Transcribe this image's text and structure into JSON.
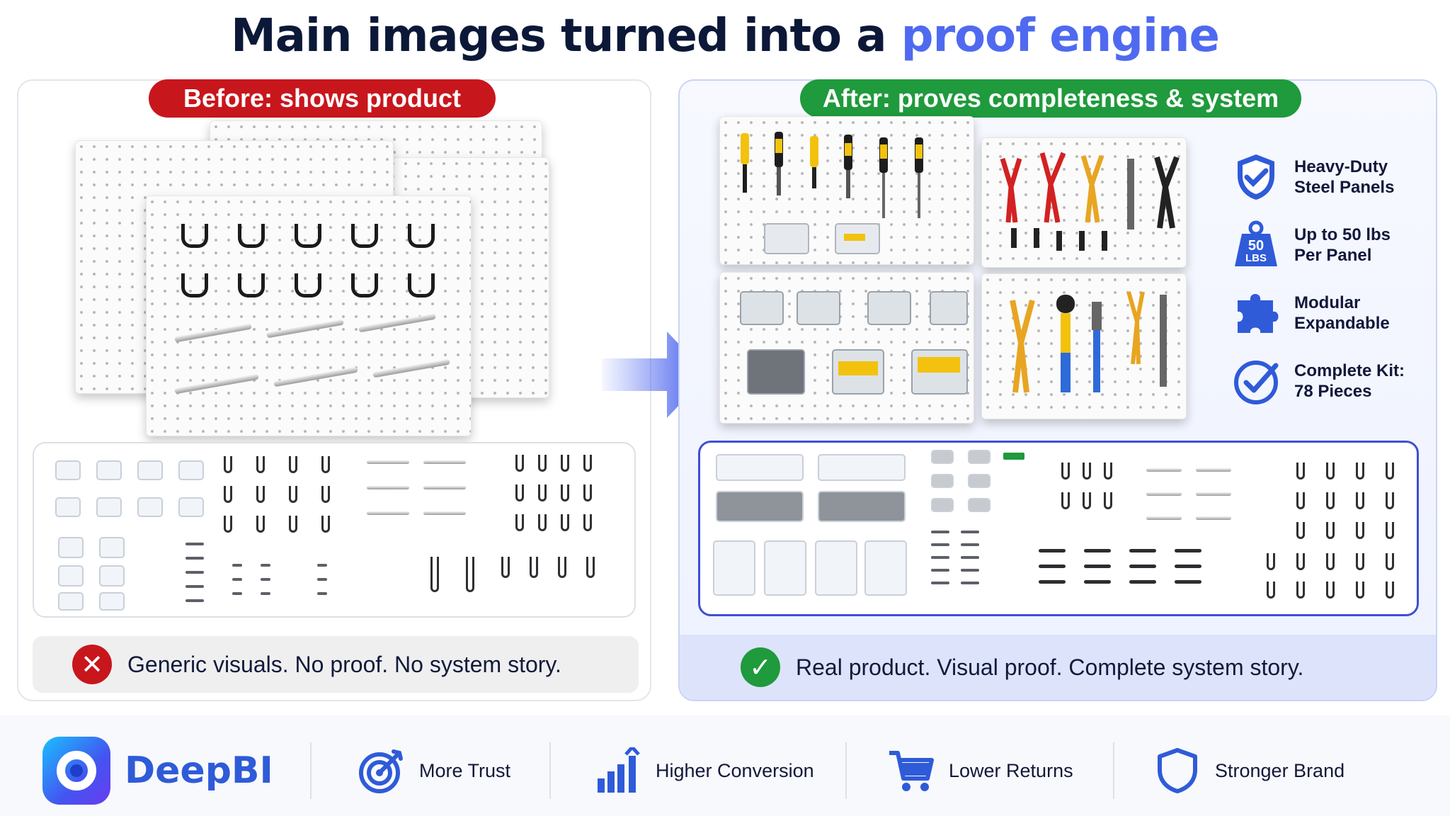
{
  "headline": {
    "main": "Main images turned into a ",
    "accent": "proof engine"
  },
  "before": {
    "badge": "Before:  shows product",
    "verdict": "Generic visuals. No proof. No system story."
  },
  "after": {
    "badge": "After:  proves completeness & system",
    "verdict": "Real product. Visual proof. Complete system story.",
    "benefits": [
      {
        "icon": "shield-check-icon",
        "line1": "Heavy-Duty",
        "line2": "Steel Panels"
      },
      {
        "icon": "weight-icon",
        "badge_num": "50",
        "badge_unit": "LBS",
        "line1": "Up to 50 lbs",
        "line2": "Per Panel"
      },
      {
        "icon": "puzzle-icon",
        "line1": "Modular",
        "line2": "Expandable"
      },
      {
        "icon": "check-circle-icon",
        "line1": "Complete Kit:",
        "line2": "78 Pieces"
      }
    ]
  },
  "footer": {
    "brand": "DeepBI",
    "features": [
      {
        "icon": "target-icon",
        "label": "More Trust"
      },
      {
        "icon": "bar-chart-icon",
        "label": "Higher Conversion"
      },
      {
        "icon": "cart-icon",
        "label": "Lower Returns"
      },
      {
        "icon": "shield-icon",
        "label": "Stronger Brand"
      }
    ]
  },
  "colors": {
    "navy": "#0c1838",
    "accent": "#4f6af0",
    "before_red": "#c8161d",
    "after_green": "#1f9a3c",
    "brand_blue": "#2f5bd8"
  }
}
